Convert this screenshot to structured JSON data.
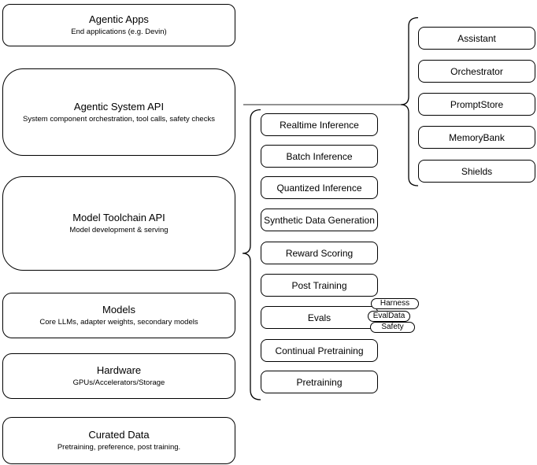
{
  "diagram": {
    "left_column": {
      "agentic_apps": {
        "title": "Agentic Apps",
        "subtitle": "End applications (e.g. Devin)"
      },
      "agentic_system_api": {
        "title": "Agentic System API",
        "subtitle": "System component orchestration, tool calls, safety checks"
      },
      "model_toolchain_api": {
        "title": "Model Toolchain API",
        "subtitle": "Model development & serving"
      },
      "models": {
        "title": "Models",
        "subtitle": "Core LLMs, adapter weights, secondary models"
      },
      "hardware": {
        "title": "Hardware",
        "subtitle": "GPUs/Accelerators/Storage"
      },
      "curated_data": {
        "title": "Curated Data",
        "subtitle": "Pretraining, preference, post training."
      }
    },
    "toolchain_items": [
      "Realtime Inference",
      "Batch Inference",
      "Quantized Inference",
      "Synthetic Data Generation",
      "Reward Scoring",
      "Post Training",
      "Evals",
      "Continual Pretraining",
      "Pretraining"
    ],
    "eval_tags": [
      "Harness",
      "EvalData",
      "Safety"
    ],
    "system_components": [
      "Assistant",
      "Orchestrator",
      "PromptStore",
      "MemoryBank",
      "Shields"
    ],
    "colors": {
      "box_stroke": "#000000",
      "box_fill": "#ffffff",
      "connector_line": "#6e6e6e",
      "text": "#000000",
      "background": "#ffffff"
    }
  }
}
